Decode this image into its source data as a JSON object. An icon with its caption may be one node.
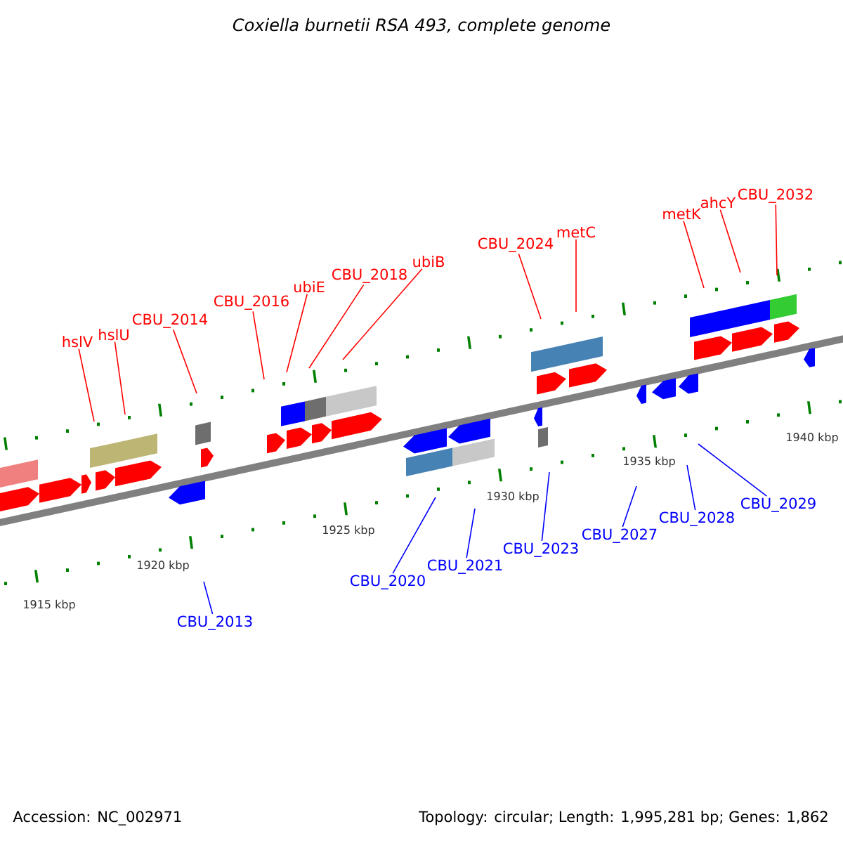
{
  "diagram": {
    "title": "Coxiella burnetii RSA 493, complete genome",
    "nodes": [
      {
        "text": [
          "hslV"
        ]
      },
      {
        "text": [
          "hslU"
        ]
      },
      {
        "text": [
          "CBU_2014"
        ]
      },
      {
        "text": [
          "CBU_2016"
        ]
      },
      {
        "text": [
          "ubiE"
        ]
      },
      {
        "text": [
          "CBU_2018"
        ]
      },
      {
        "text": [
          "ubiB"
        ]
      },
      {
        "text": [
          "CBU_2024"
        ]
      },
      {
        "text": [
          "metC"
        ]
      },
      {
        "text": [
          "metK"
        ]
      },
      {
        "text": [
          "ahcY"
        ]
      },
      {
        "text": [
          "CBU_2032"
        ]
      },
      {
        "text": [
          "CBU_2013"
        ]
      },
      {
        "text": [
          "CBU_2020"
        ]
      },
      {
        "text": [
          "CBU_2021"
        ]
      },
      {
        "text": [
          "CBU_2023"
        ]
      },
      {
        "text": [
          "CBU_2027"
        ]
      },
      {
        "text": [
          "CBU_2028"
        ]
      },
      {
        "text": [
          "CBU_2029"
        ]
      }
    ],
    "edges": [
      {
        "from": 0,
        "to": null,
        "arrow": "none"
      },
      {
        "from": 1,
        "to": null,
        "arrow": "none"
      },
      {
        "from": 2,
        "to": null,
        "arrow": "none"
      },
      {
        "from": 3,
        "to": null,
        "arrow": "none"
      },
      {
        "from": 4,
        "to": null,
        "arrow": "none"
      },
      {
        "from": 5,
        "to": null,
        "arrow": "none"
      },
      {
        "from": 6,
        "to": null,
        "arrow": "none"
      },
      {
        "from": 7,
        "to": null,
        "arrow": "none"
      },
      {
        "from": 8,
        "to": null,
        "arrow": "none"
      },
      {
        "from": 9,
        "to": null,
        "arrow": "none"
      },
      {
        "from": 10,
        "to": null,
        "arrow": "none"
      },
      {
        "from": 11,
        "to": null,
        "arrow": "none"
      },
      {
        "from": 12,
        "to": null,
        "arrow": "none",
        "color": "#0000ff"
      },
      {
        "from": 13,
        "to": null,
        "arrow": "none",
        "color": "#0000ff"
      },
      {
        "from": 14,
        "to": null,
        "arrow": "none",
        "color": "#0000ff"
      },
      {
        "from": 15,
        "to": null,
        "arrow": "none",
        "color": "#0000ff"
      },
      {
        "from": 16,
        "to": null,
        "arrow": "none",
        "color": "#0000ff"
      },
      {
        "from": 17,
        "to": null,
        "arrow": "none",
        "color": "#0000ff"
      },
      {
        "from": 18,
        "to": null,
        "arrow": "none",
        "color": "#0000ff"
      }
    ],
    "labels": [
      "1915 kbp",
      "1920 kbp",
      "1925 kbp",
      "1930 kbp",
      "1935 kbp",
      "1940 kbp",
      "Accession: NC_002971",
      "Topology: circular; Length: 1,995,281 bp; Genes: 1,862"
    ]
  }
}
